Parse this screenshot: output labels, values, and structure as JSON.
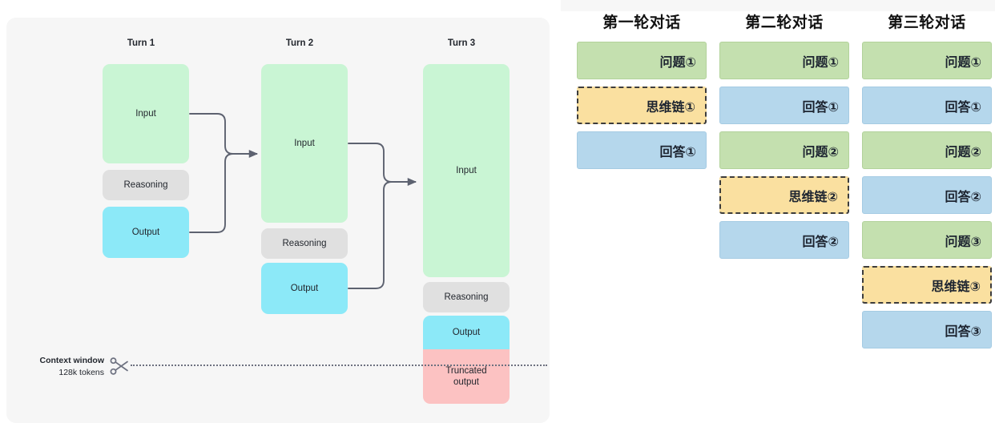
{
  "left_diagram": {
    "columns": [
      {
        "title": "Turn 1",
        "blocks": [
          {
            "label": "Input",
            "kind": "green"
          },
          {
            "label": "Reasoning",
            "kind": "grey"
          },
          {
            "label": "Output",
            "kind": "cyan"
          }
        ]
      },
      {
        "title": "Turn 2",
        "blocks": [
          {
            "label": "Input",
            "kind": "green"
          },
          {
            "label": "Reasoning",
            "kind": "grey"
          },
          {
            "label": "Output",
            "kind": "cyan"
          }
        ]
      },
      {
        "title": "Turn 3",
        "blocks": [
          {
            "label": "Input",
            "kind": "green"
          },
          {
            "label": "Reasoning",
            "kind": "grey"
          },
          {
            "label": "Output",
            "kind": "cyan"
          },
          {
            "label": "Truncated\noutput",
            "kind": "red"
          }
        ]
      }
    ],
    "context_window": {
      "title": "Context window",
      "subtitle": "128k tokens",
      "icon": "scissors-icon"
    },
    "colors": {
      "panel_background": "#f6f6f6",
      "input_green": "#c9f5d4",
      "reasoning_grey": "#e0e0e0",
      "output_cyan": "#8ce9f8",
      "truncated_red": "#fcc2c2",
      "connector": "#5d6270",
      "cut_line": "#6d7180"
    }
  },
  "right_diagram": {
    "columns": [
      {
        "header": "第一轮对话",
        "items": [
          {
            "label": "问题①",
            "kind": "green"
          },
          {
            "label": "思维链①",
            "kind": "yellow"
          },
          {
            "label": "回答①",
            "kind": "blue"
          }
        ]
      },
      {
        "header": "第二轮对话",
        "items": [
          {
            "label": "问题①",
            "kind": "green"
          },
          {
            "label": "回答①",
            "kind": "blue"
          },
          {
            "label": "问题②",
            "kind": "green"
          },
          {
            "label": "思维链②",
            "kind": "yellow"
          },
          {
            "label": "回答②",
            "kind": "blue"
          }
        ]
      },
      {
        "header": "第三轮对话",
        "items": [
          {
            "label": "问题①",
            "kind": "green"
          },
          {
            "label": "回答①",
            "kind": "blue"
          },
          {
            "label": "问题②",
            "kind": "green"
          },
          {
            "label": "回答②",
            "kind": "blue"
          },
          {
            "label": "问题③",
            "kind": "green"
          },
          {
            "label": "思维链③",
            "kind": "yellow"
          },
          {
            "label": "回答③",
            "kind": "blue"
          }
        ]
      }
    ],
    "colors": {
      "question_green": "#c4e0af",
      "answer_blue": "#b5d7ec",
      "chain_yellow": "#fae0a0",
      "chain_border": "#3c3c3c"
    }
  }
}
